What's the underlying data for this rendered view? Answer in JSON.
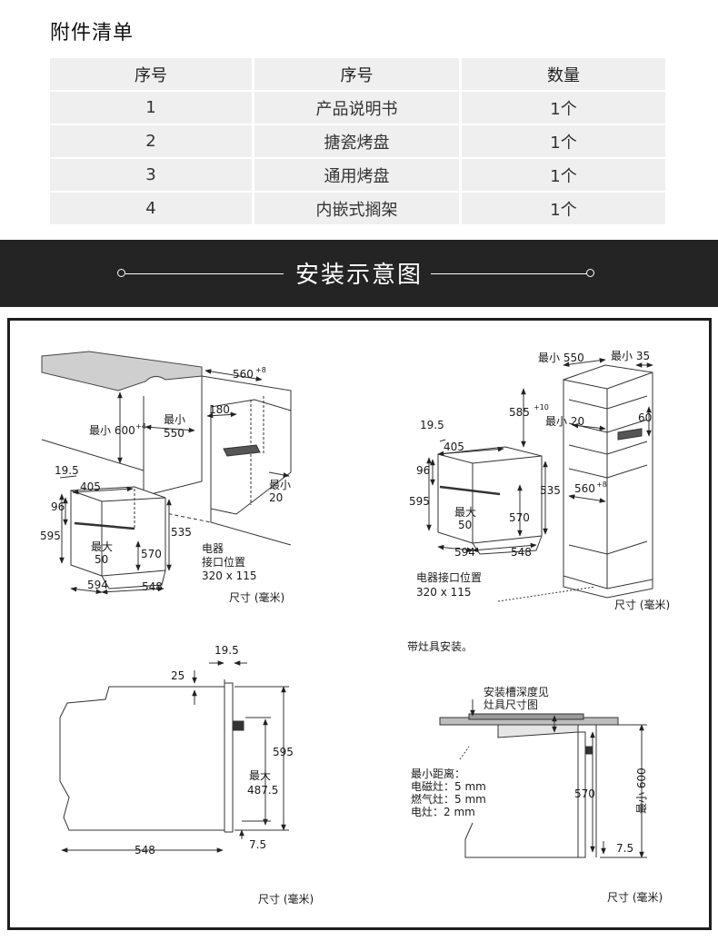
{
  "accessories": {
    "title": "附件清单",
    "headers": [
      "序号",
      "序号",
      "数量"
    ],
    "rows": [
      [
        "1",
        "产品说明书",
        "1个"
      ],
      [
        "2",
        "搪瓷烤盘",
        "1个"
      ],
      [
        "3",
        "通用烤盘",
        "1个"
      ],
      [
        "4",
        "内嵌式搁架",
        "1个"
      ]
    ]
  },
  "banner": {
    "title": "安装示意图"
  },
  "diagrams": {
    "undercounter": {
      "dim_560_8": "560",
      "sup_8": "+8",
      "dim_180": "180",
      "min_600": "最小 600",
      "sup_4": "+4",
      "min_550_a": "最小",
      "min_550_b": "550",
      "min_20_a": "最小",
      "min_20_b": "20",
      "dim_19_5": "19.5",
      "dim_405": "405",
      "dim_96": "96",
      "dim_595": "595",
      "max_50_a": "最大",
      "max_50_b": "50",
      "dim_570": "570",
      "dim_535": "535",
      "dim_594": "594",
      "dim_548": "548",
      "conn_a": "电器",
      "conn_b": "接口位置",
      "conn_c": "320 x 115",
      "units": "尺寸 (毫米)"
    },
    "tall": {
      "min_550": "最小 550",
      "min_35": "最小 35",
      "dim_585_10": "585",
      "sup_10": "+10",
      "min_20": "最小 20",
      "dim_60": "60",
      "dim_19_5": "19.5",
      "dim_405": "405",
      "dim_96": "96",
      "dim_595": "595",
      "max_50_a": "最大",
      "max_50_b": "50",
      "dim_570": "570",
      "dim_535": "535",
      "dim_560_8": "560",
      "sup_8": "+8",
      "dim_594": "594",
      "dim_548": "548",
      "conn_a": "电器接口位置",
      "conn_b": "320 x 115",
      "units": "尺寸 (毫米)"
    },
    "side": {
      "dim_19_5": "19.5",
      "dim_25": "25",
      "dim_595": "595",
      "max_a": "最大",
      "max_b": "487.5",
      "dim_7_5": "7.5",
      "dim_548": "548",
      "units": "尺寸 (毫米)"
    },
    "hob": {
      "heading": "带灶具安装。",
      "groove_a": "安装槽深度见",
      "groove_b": "灶具尺寸图",
      "min_dist_title": "最小距离：",
      "induction": "电磁灶：5 mm",
      "gas": "燃气灶：5 mm",
      "electric": "电灶：2 mm",
      "dim_570": "570",
      "min_600": "最小 600",
      "dim_7_5": "7.5",
      "units": "尺寸 (毫米)"
    }
  }
}
